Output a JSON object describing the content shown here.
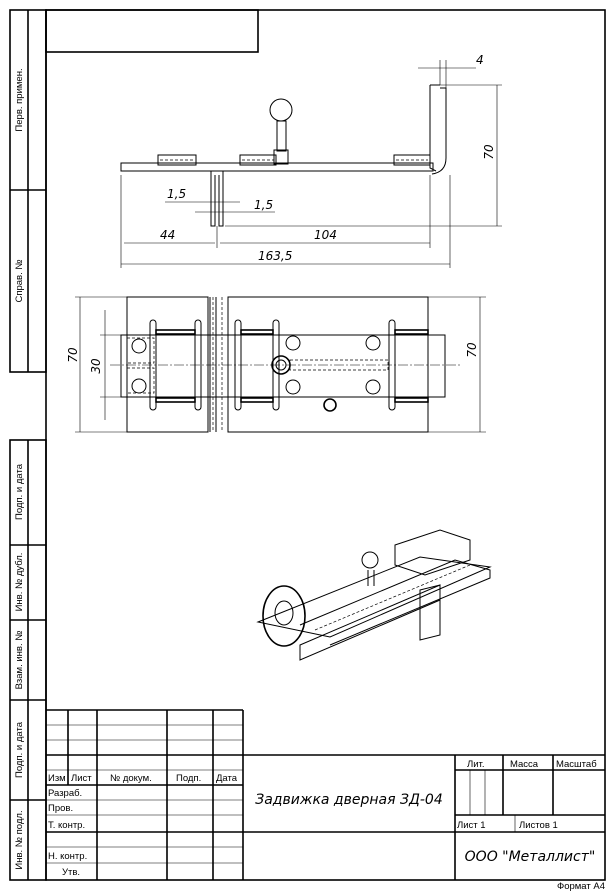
{
  "margin_labels": {
    "perv_primen": "Перв. примен.",
    "sprav_no": "Справ. №",
    "podp_data_1": "Подп. и дата",
    "inv_dubl": "Инв. № дубл.",
    "vzam_inv": "Взам. инв. №",
    "podp_data_2": "Подп. и дата",
    "inv_podl": "Инв. № подл."
  },
  "dimensions": {
    "front": {
      "thickness": "4",
      "height": "70",
      "gap_a": "1,5",
      "gap_b": "1,5",
      "left": "44",
      "right": "104",
      "overall": "163,5"
    },
    "plan": {
      "width_left": "70",
      "strip": "30",
      "width_right": "70"
    }
  },
  "title_block": {
    "headers": {
      "izm": "Изм",
      "list": "Лист",
      "doc_no": "№ докум.",
      "podp": "Подп.",
      "data": "Дата"
    },
    "roles": {
      "razrab": "Разраб.",
      "prov": "Пров.",
      "t_kontr": "Т. контр.",
      "n_kontr": "Н. контр.",
      "utv": "Утв."
    },
    "title": "Задвижка дверная ЗД-04",
    "lit": "Лит.",
    "massa": "Масса",
    "masshtab": "Масштаб",
    "sheet": "Лист 1",
    "sheets": "Листов 1",
    "company": "ООО \"Металлист\""
  },
  "format": "Формат А4"
}
